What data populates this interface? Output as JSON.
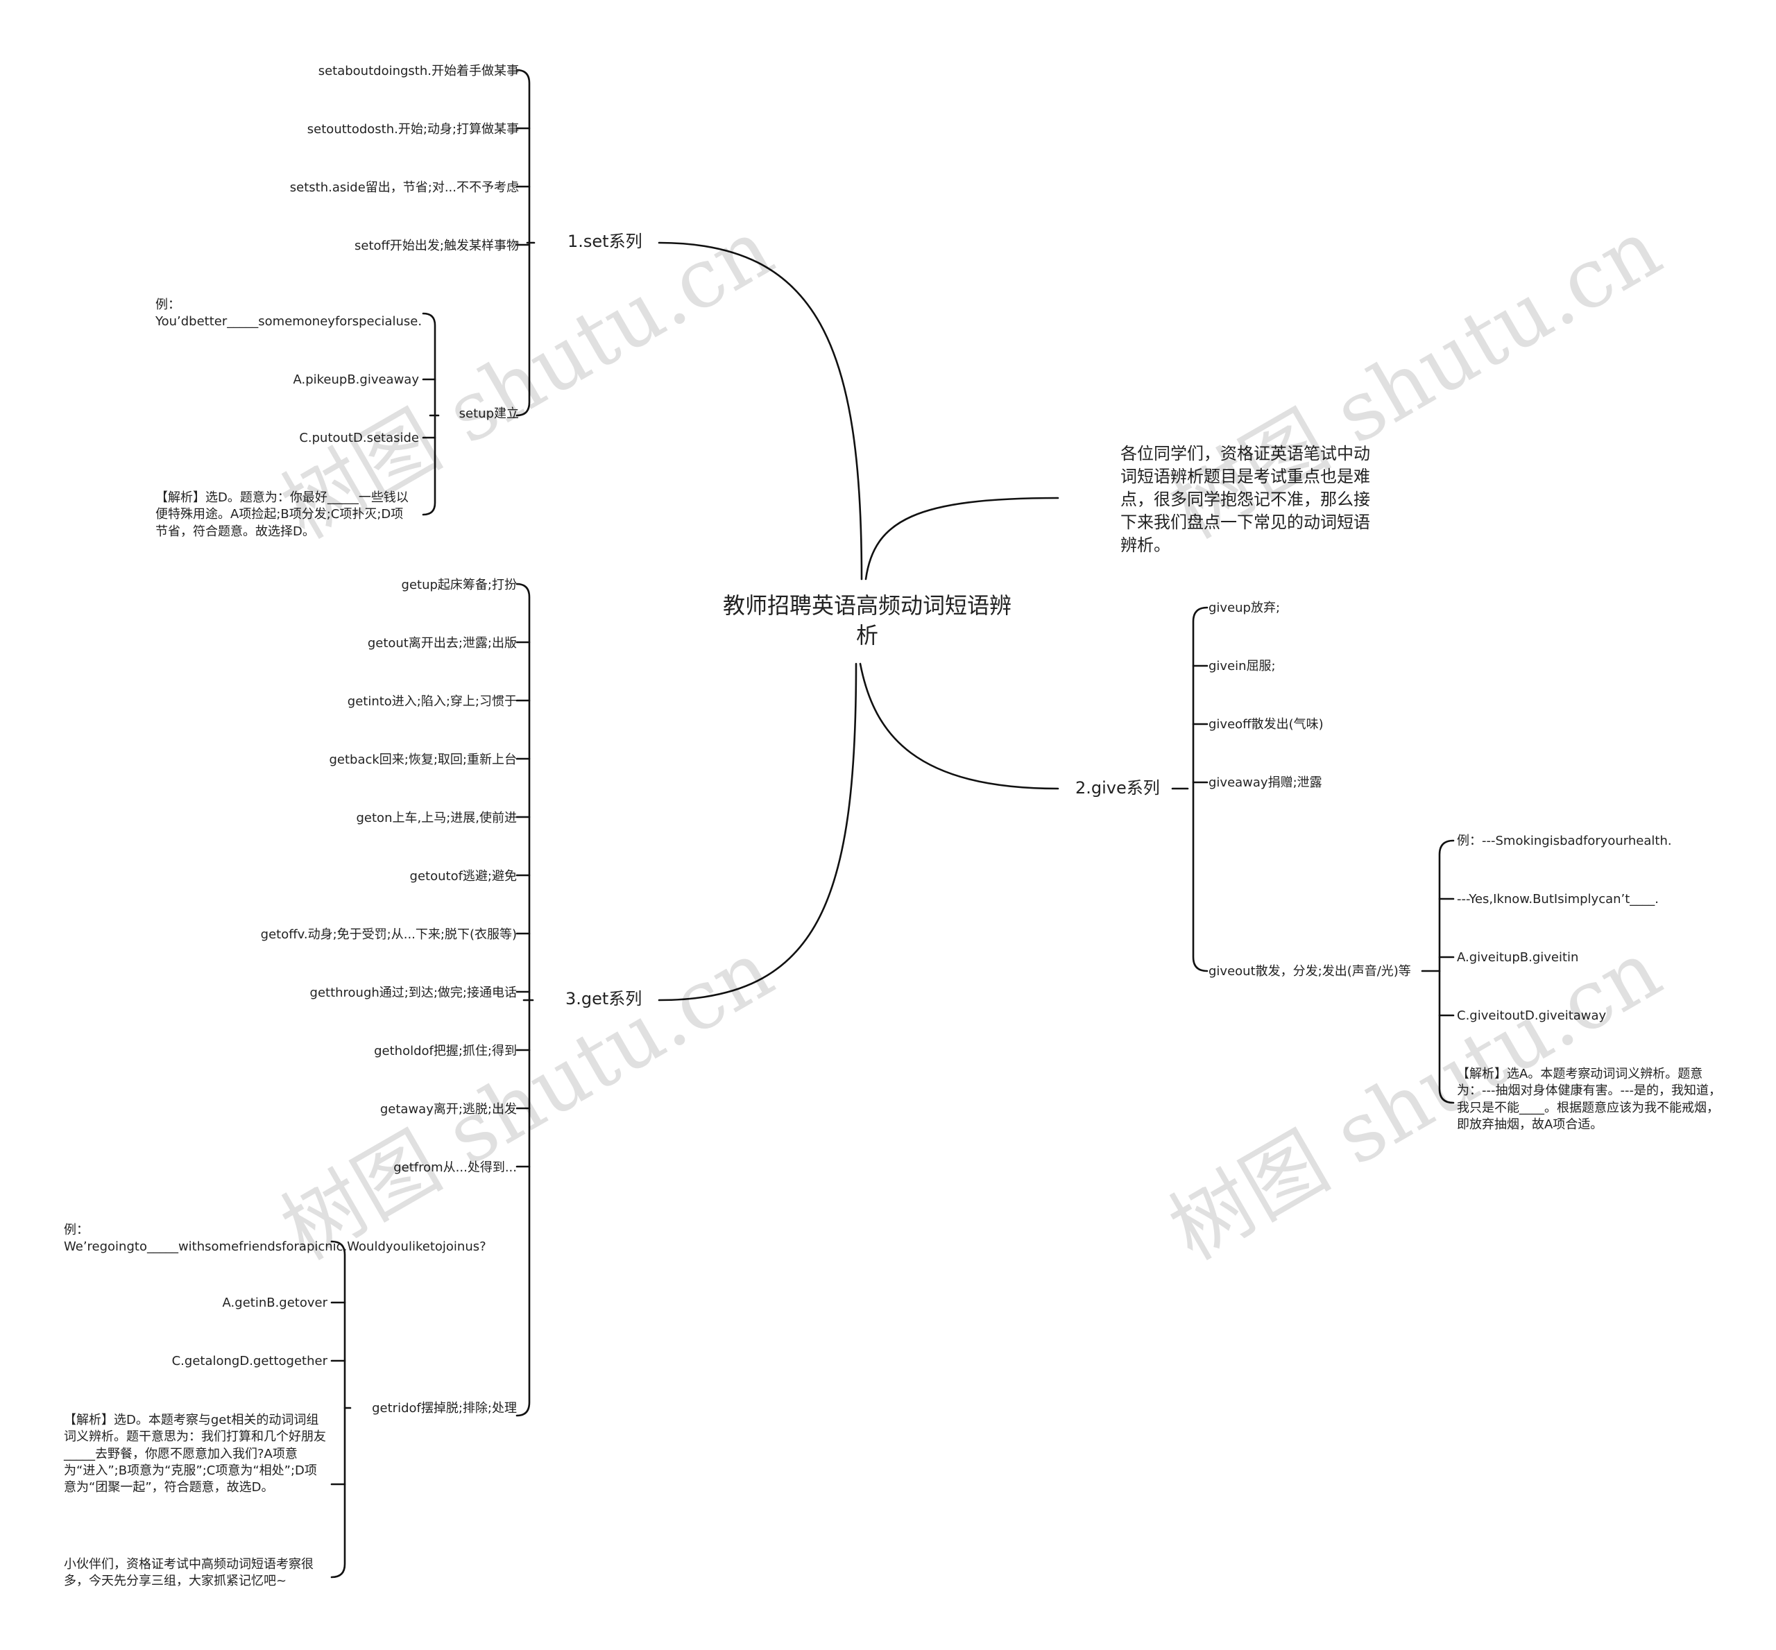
{
  "root": {
    "title": "教师招聘英语高频动词短语辨析"
  },
  "intro": {
    "text": "各位同学们，资格证英语笔试中动词短语辨析题目是考试重点也是难点，很多同学抱怨记不准，那么接下来我们盘点一下常见的动词短语辨析。"
  },
  "set_branch": {
    "label": "1.set系列",
    "items": [
      "setaboutdoingsth.开始着手做某事",
      "setouttodosth.开始;动身;打算做某事",
      "setsth.aside留出，节省;对...不不予考虑",
      "setoff开始出发;触发某样事物",
      "setup建立"
    ],
    "setup_children": [
      "例：You’dbetter_____somemoneyforspecialuse.",
      "A.pikeupB.giveaway",
      "C.putoutD.setaside",
      "【解析】选D。题意为：你最好_____一些钱以便特殊用途。A项捡起;B项分发;C项扑灭;D项节省，符合题意。故选择D。"
    ]
  },
  "give_branch": {
    "label": "2.give系列",
    "items": [
      "giveup放弃;",
      "givein屈服;",
      "giveoff散发出(气味)",
      "giveaway捐赠;泄露",
      "giveout散发，分发;发出(声音/光)等"
    ],
    "giveout_children": [
      "例：---Smokingisbadforyourhealth.",
      "---Yes,Iknow.ButIsimplycan’t____.",
      "A.giveitupB.giveitin",
      "C.giveitoutD.giveitaway",
      "【解析】选A。本题考察动词词义辨析。题意为：---抽烟对身体健康有害。---是的，我知道，我只是不能____。根据题意应该为我不能戒烟，即放弃抽烟，故A项合适。"
    ]
  },
  "get_branch": {
    "label": "3.get系列",
    "items": [
      "getup起床筹备;打扮",
      "getout离开出去;泄露;出版",
      "getinto进入;陷入;穿上;习惯于",
      "getback回来;恢复;取回;重新上台",
      "geton上车,上马;进展,使前进",
      "getoutof逃避;避免",
      "getoffv.动身;免于受罚;从...下来;脱下(衣服等)",
      "getthrough通过;到达;做完;接通电话",
      "getholdof把握;抓住;得到",
      "getaway离开;逃脱;出发",
      "getfrom从...处得到...",
      "getridof摆掉脱;排除;处理"
    ],
    "getridof_children": [
      "例：We’regoingto_____withsomefriendsforapicnic.Wouldyouliketojoinus?",
      "A.getinB.getover",
      "C.getalongD.gettogether",
      "【解析】选D。本题考察与get相关的动词词组词义辨析。题干意思为：我们打算和几个好朋友_____去野餐，你愿不愿意加入我们?A项意为“进入”;B项意为“克服”;C项意为“相处”;D项意为“团聚一起”，符合题意，故选D。",
      "小伙伴们，资格证考试中高频动词短语考察很多，今天先分享三组，大家抓紧记忆吧~"
    ]
  },
  "watermark": {
    "text": "树图 shutu.cn"
  }
}
